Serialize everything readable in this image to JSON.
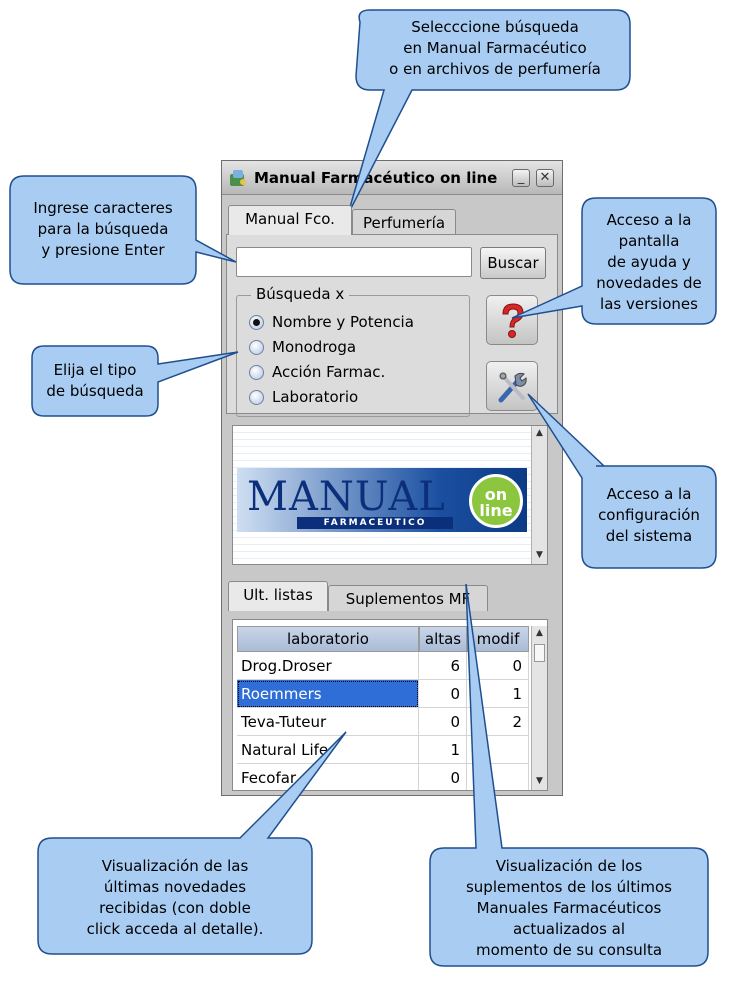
{
  "window": {
    "title": "Manual Farmacéutico on line",
    "minimize_glyph": "_",
    "close_glyph": "✕"
  },
  "top_tabs": [
    {
      "label": "Manual Fco.",
      "active": true
    },
    {
      "label": "Perfumería",
      "active": false
    }
  ],
  "search": {
    "value": "",
    "button_label": "Buscar"
  },
  "search_type": {
    "legend": "Búsqueda x",
    "options": [
      {
        "label": "Nombre y Potencia",
        "selected": true
      },
      {
        "label": "Monodroga",
        "selected": false
      },
      {
        "label": "Acción Farmac.",
        "selected": false
      },
      {
        "label": "Laboratorio",
        "selected": false
      }
    ]
  },
  "side_buttons": {
    "help_icon": "question-mark-icon",
    "config_icon": "tools-icon"
  },
  "banner": {
    "manual_word": "MANUAL",
    "farma_word": "FARMACEUTICO",
    "badge_line1": "on",
    "badge_line2": "line"
  },
  "bottom_tabs": [
    {
      "label": "Ult. listas",
      "active": true
    },
    {
      "label": "Suplementos MF",
      "active": false
    }
  ],
  "table": {
    "columns": [
      "laboratorio",
      "altas",
      "modif"
    ],
    "rows": [
      {
        "laboratorio": "Drog.Droser",
        "altas": "6",
        "modif": "0",
        "selected": false
      },
      {
        "laboratorio": "Roemmers",
        "altas": "0",
        "modif": "1",
        "selected": true
      },
      {
        "laboratorio": "Teva-Tuteur",
        "altas": "0",
        "modif": "2",
        "selected": false
      },
      {
        "laboratorio": "Natural Life",
        "altas": "1",
        "modif": "",
        "selected": false
      },
      {
        "laboratorio": "Fecofar",
        "altas": "0",
        "modif": "",
        "selected": false
      }
    ]
  },
  "callouts": {
    "top": [
      "Selecccione búsqueda",
      "en Manual Farmacéutico",
      "o en archivos de perfumería"
    ],
    "left_input": [
      "Ingrese caracteres",
      "para la búsqueda",
      "y presione Enter"
    ],
    "left_type": [
      "Elija el tipo",
      "de búsqueda"
    ],
    "right_help": [
      "Acceso a la",
      "pantalla",
      "de ayuda y",
      "novedades de",
      "las versiones"
    ],
    "right_config": [
      "Acceso a la",
      "configuración",
      "del sistema"
    ],
    "bottom_left": [
      "Visualización de las",
      "últimas novedades",
      "recibidas (con doble",
      "click acceda al detalle)."
    ],
    "bottom_right": [
      "Visualización de los",
      "suplementos de los últimos",
      "Manuales Farmacéuticos",
      "actualizados al",
      "momento de su consulta"
    ]
  },
  "colors": {
    "callout_fill": "#a9cdf2",
    "callout_stroke": "#1f4f8f",
    "selection": "#2f6ed6"
  }
}
